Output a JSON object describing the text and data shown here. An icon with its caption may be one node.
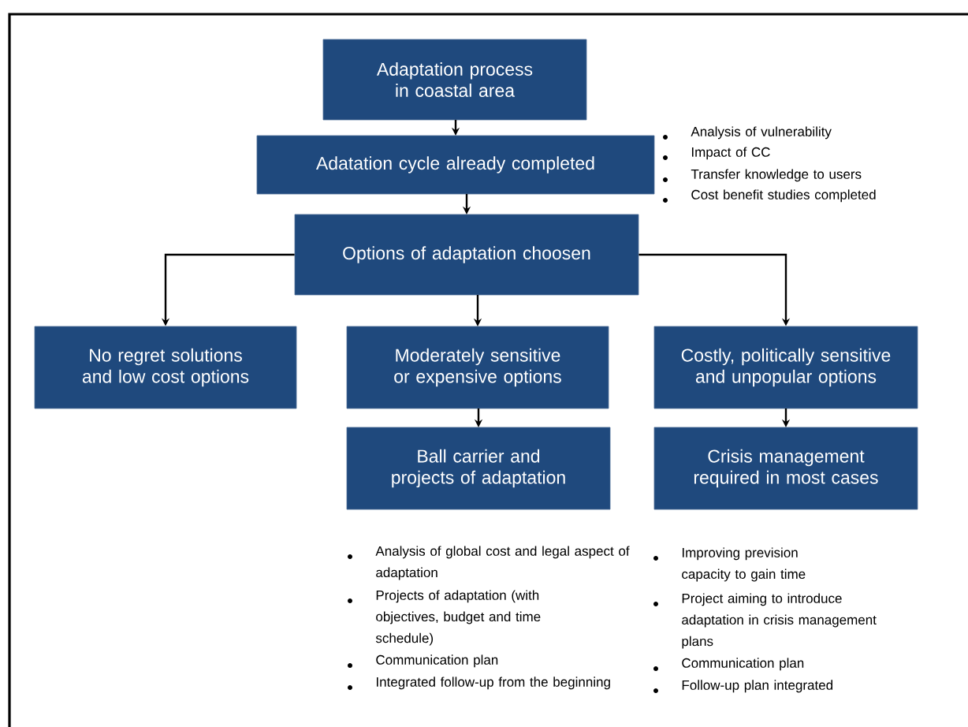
{
  "diagram": {
    "nodes": [
      {
        "text": [
          "Adaptation process in coastal area"
        ]
      },
      {
        "text": [
          "Adatation cycle already completed"
        ]
      },
      {
        "text": [
          "Options of adaptation choosen"
        ]
      },
      {
        "text": [
          "No regret solutions and low cost options"
        ]
      },
      {
        "text": [
          "Moderately sensitive or expensive options"
        ]
      },
      {
        "text": [
          "Costly, politically sensitive and unpopular options"
        ]
      },
      {
        "text": [
          "Ball carrier and projects of adaptation"
        ]
      },
      {
        "text": [
          "Crisis management required in most cases"
        ]
      }
    ],
    "edges": [
      {
        "from": 0,
        "to": 1,
        "arrow": "to"
      },
      {
        "from": 1,
        "to": 2,
        "arrow": "to"
      },
      {
        "from": 2,
        "to": 3,
        "arrow": "to"
      },
      {
        "from": 2,
        "to": 4,
        "arrow": "to"
      },
      {
        "from": 2,
        "to": 5,
        "arrow": "to"
      },
      {
        "from": 4,
        "to": 6,
        "arrow": "to"
      },
      {
        "from": 5,
        "to": 7,
        "arrow": "to"
      }
    ],
    "labels": [
      "Analysis of vulnerability",
      "Impact of CC",
      "Transfer knowledge to users",
      "Cost benefit studies completed",
      "Analysis of global cost and legal aspect of adaptation",
      "Projects of adaptation (with objectives, budget and time schedule)",
      "Communication plan",
      "Integrated follow-up from the beginning",
      "Improving prevision capacity to gain time",
      "Project aiming to introduce adaptation in crisis management plans",
      "Communication plan",
      "Follow-up plan integrated"
    ]
  }
}
